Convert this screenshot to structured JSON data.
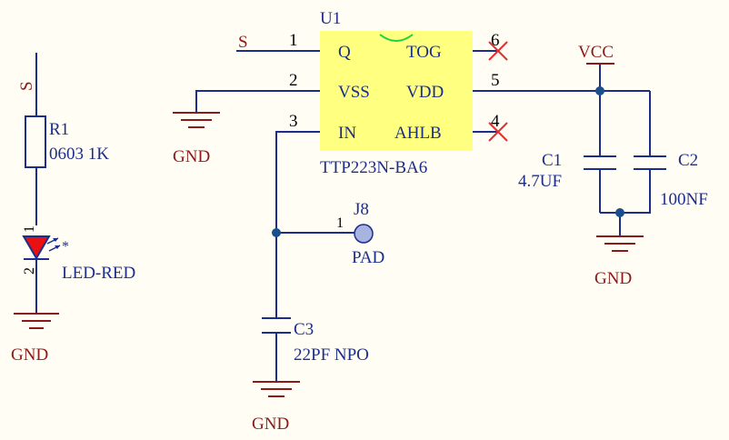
{
  "colors": {
    "background": "#FFFDF4",
    "wire": "#1B2E8C",
    "net": "#8B1A1A",
    "chip_fill": "#FFFF80",
    "component_text": "#1B2E8C",
    "no_connect": "#E03030",
    "led_fill": "#E81010",
    "pad_fill": "#A8B4E0",
    "junction": "#1B4E8C",
    "notch": "#20D040"
  },
  "u1": {
    "designator": "U1",
    "part": "TTP223N-BA6",
    "pins": [
      {
        "num": "1",
        "name": "Q"
      },
      {
        "num": "2",
        "name": "VSS"
      },
      {
        "num": "3",
        "name": "IN"
      },
      {
        "num": "6",
        "name": "TOG"
      },
      {
        "num": "5",
        "name": "VDD"
      },
      {
        "num": "4",
        "name": "AHLB"
      }
    ]
  },
  "r1": {
    "designator": "R1",
    "value": "0603 1K"
  },
  "led": {
    "pin_top": "1",
    "pin_bottom": "2",
    "mark": "*",
    "value": "LED-RED"
  },
  "j8": {
    "designator": "J8",
    "pin": "1",
    "value": "PAD"
  },
  "c1": {
    "designator": "C1",
    "value": "4.7UF"
  },
  "c2": {
    "designator": "C2",
    "value": "100NF"
  },
  "c3": {
    "designator": "C3",
    "value": "22PF NPO"
  },
  "nets": {
    "s_left": "S",
    "s_chip": "S",
    "vcc": "VCC"
  },
  "gnd": [
    "GND",
    "GND",
    "GND",
    "GND"
  ]
}
